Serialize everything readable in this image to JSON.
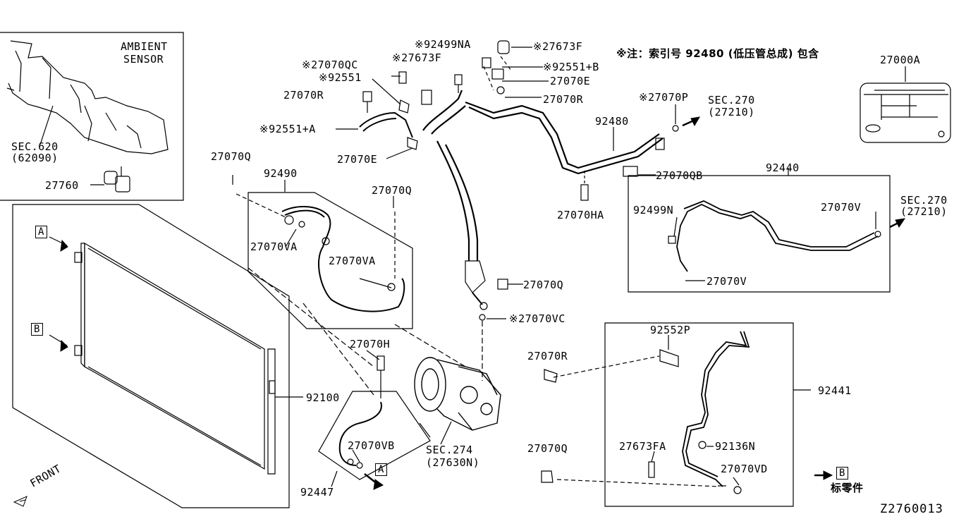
{
  "labels": {
    "ambient_sensor_1": "AMBIENT",
    "ambient_sensor_2": "SENSOR",
    "sec620": "SEC.620",
    "sec620_sub": "(62090)",
    "p27760": "27760",
    "boxA": "A",
    "boxB": "B",
    "p92100": "92100",
    "front": "FRONT",
    "p27070Q_left": "27070Q",
    "p92490": "92490",
    "p27070VA_1": "27070VA",
    "p27070Q_mid": "27070Q",
    "p27070VA_2": "27070VA",
    "p27070H": "27070H",
    "p27070VB": "27070VB",
    "p92447": "92447",
    "boxA_bottom": "A",
    "sec274": "SEC.274",
    "sec274_sub": "(27630N)",
    "p27070QC": "※27070QC",
    "p92551": "※92551",
    "p27070R_top": "27070R",
    "p92551A": "※92551+A",
    "p27070E_left": "27070E",
    "p92499NA": "※92499NA",
    "p27673F_1": "※27673F",
    "p27673F_2": "※27673F",
    "p92551B": "※92551+B",
    "p27070E_right": "27070E",
    "p27070R_right": "27070R",
    "note_cn": "※注：索引号 92480 (低压管总成) 包含",
    "p27070P": "※27070P",
    "sec270_top": "SEC.270",
    "sec270_top_sub": "(27210)",
    "p92480": "92480",
    "p27070QB": "27070QB",
    "p27070HA": "27070HA",
    "p27070Q_right": "27070Q",
    "p27070VC": "※27070VC",
    "p27000A": "27000A",
    "p92440": "92440",
    "p92499N": "92499N",
    "p27070V_1": "27070V",
    "p27070V_2": "27070V",
    "sec270_right": "SEC.270",
    "sec270_right_sub": "(27210)",
    "p92552P": "92552P",
    "p27070R_low": "27070R",
    "p92441": "92441",
    "p27070Q_low": "27070Q",
    "p27673FA": "27673FA",
    "p92136N": "92136N",
    "p27070VD": "27070VD",
    "boxB_right": "B",
    "std_part": "标零件",
    "ref_code": "Z2760013"
  }
}
